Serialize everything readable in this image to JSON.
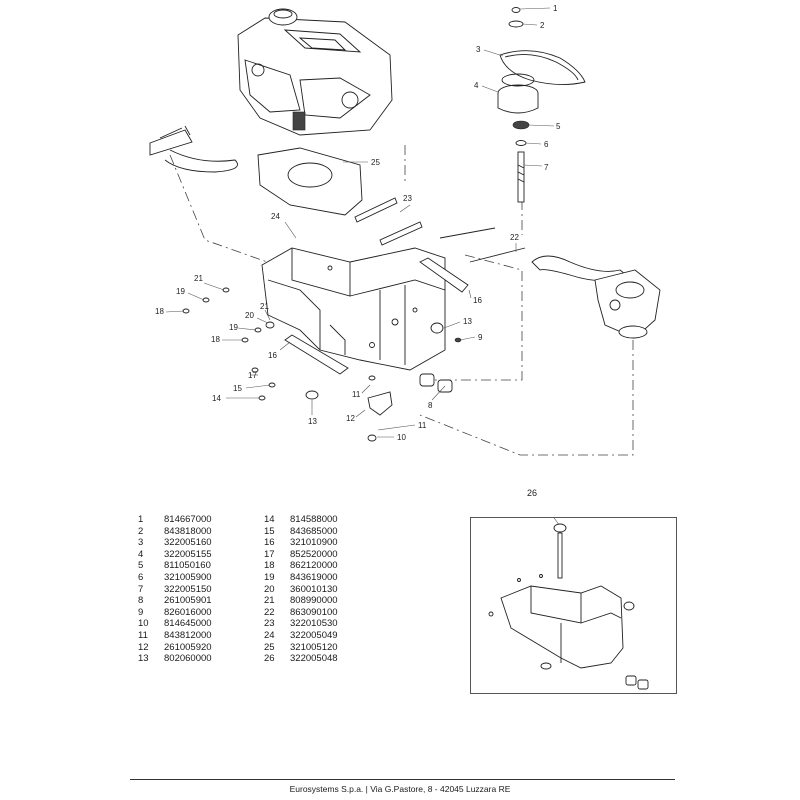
{
  "callouts": [
    "1",
    "2",
    "3",
    "4",
    "5",
    "6",
    "7",
    "8",
    "9",
    "10",
    "11",
    "11",
    "12",
    "13",
    "13",
    "14",
    "15",
    "16",
    "16",
    "17",
    "18",
    "18",
    "19",
    "19",
    "20",
    "21",
    "21",
    "22",
    "23",
    "24",
    "25"
  ],
  "parts_list": [
    {
      "num": "1",
      "code": "814667000"
    },
    {
      "num": "2",
      "code": "843818000"
    },
    {
      "num": "3",
      "code": "322005160"
    },
    {
      "num": "4",
      "code": "322005155"
    },
    {
      "num": "5",
      "code": "811050160"
    },
    {
      "num": "6",
      "code": "321005900"
    },
    {
      "num": "7",
      "code": "322005150"
    },
    {
      "num": "8",
      "code": "261005901"
    },
    {
      "num": "9",
      "code": "826016000"
    },
    {
      "num": "10",
      "code": "814645000"
    },
    {
      "num": "11",
      "code": "843812000"
    },
    {
      "num": "12",
      "code": "261005920"
    },
    {
      "num": "13",
      "code": "802060000"
    },
    {
      "num": "14",
      "code": "814588000"
    },
    {
      "num": "15",
      "code": "843685000"
    },
    {
      "num": "16",
      "code": "321010900"
    },
    {
      "num": "17",
      "code": "852520000"
    },
    {
      "num": "18",
      "code": "862120000"
    },
    {
      "num": "19",
      "code": "843619000"
    },
    {
      "num": "20",
      "code": "360010130"
    },
    {
      "num": "21",
      "code": "808990000"
    },
    {
      "num": "22",
      "code": "863090100"
    },
    {
      "num": "23",
      "code": "322010530"
    },
    {
      "num": "24",
      "code": "322005049"
    },
    {
      "num": "25",
      "code": "321005120"
    },
    {
      "num": "26",
      "code": "322005048"
    }
  ],
  "inset": {
    "label": "26"
  },
  "footer": {
    "text": "Eurosystems S.p.a.  |  Via G.Pastore, 8 - 42045 Luzzara RE"
  }
}
